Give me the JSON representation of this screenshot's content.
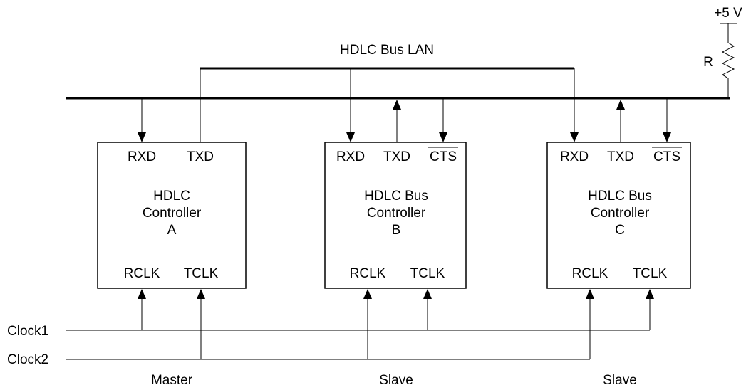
{
  "supply_label": "+5 V",
  "resistor_label": "R",
  "bus_label": "HDLC Bus LAN",
  "controllers": [
    {
      "pins_top": [
        "RXD",
        "TXD"
      ],
      "name_lines": [
        "HDLC",
        "Controller",
        "A"
      ],
      "pins_bottom": [
        "RCLK",
        "TCLK"
      ],
      "role": "Master"
    },
    {
      "pins_top": [
        "RXD",
        "TXD",
        "CTS"
      ],
      "name_lines": [
        "HDLC Bus",
        "Controller",
        "B"
      ],
      "pins_bottom": [
        "RCLK",
        "TCLK"
      ],
      "role": "Slave"
    },
    {
      "pins_top": [
        "RXD",
        "TXD",
        "CTS"
      ],
      "name_lines": [
        "HDLC Bus",
        "Controller",
        "C"
      ],
      "pins_bottom": [
        "RCLK",
        "TCLK"
      ],
      "role": "Slave"
    }
  ],
  "clock_lines": [
    "Clock1",
    "Clock2"
  ]
}
